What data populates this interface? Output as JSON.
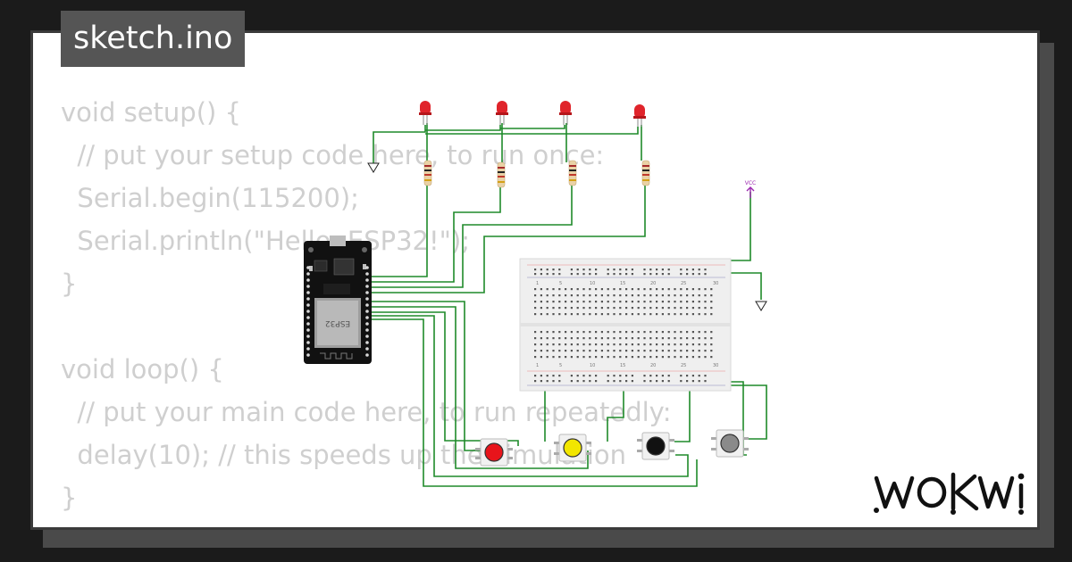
{
  "tab": {
    "label": "sketch.ino"
  },
  "code_lines": [
    "void setup() {",
    "  // put your setup code here, to run once:",
    "  Serial.begin(115200);",
    "  Serial.println(\"Hello, ESP32!\");",
    "}",
    "",
    "void loop() {",
    "  // put your main code here, to run repeatedly:",
    "  delay(10); // this speeds up the simulation",
    "}"
  ],
  "circuit": {
    "board_label": "ESP32",
    "vcc_label": "VCC",
    "breadboard_numbers": [
      "1",
      "5",
      "10",
      "15",
      "20",
      "25",
      "30"
    ],
    "button_colors": [
      "#e8141b",
      "#f2e600",
      "#111111",
      "#8a8a8a"
    ],
    "led_color": "#e0242b",
    "wire_color": "#1f8a2a"
  },
  "brand": {
    "logo_text": "WOKWi"
  },
  "colors": {
    "background": "#1b1b1b",
    "card": "#ffffff",
    "tab": "#555555",
    "code_text": "#cfcfcf"
  }
}
